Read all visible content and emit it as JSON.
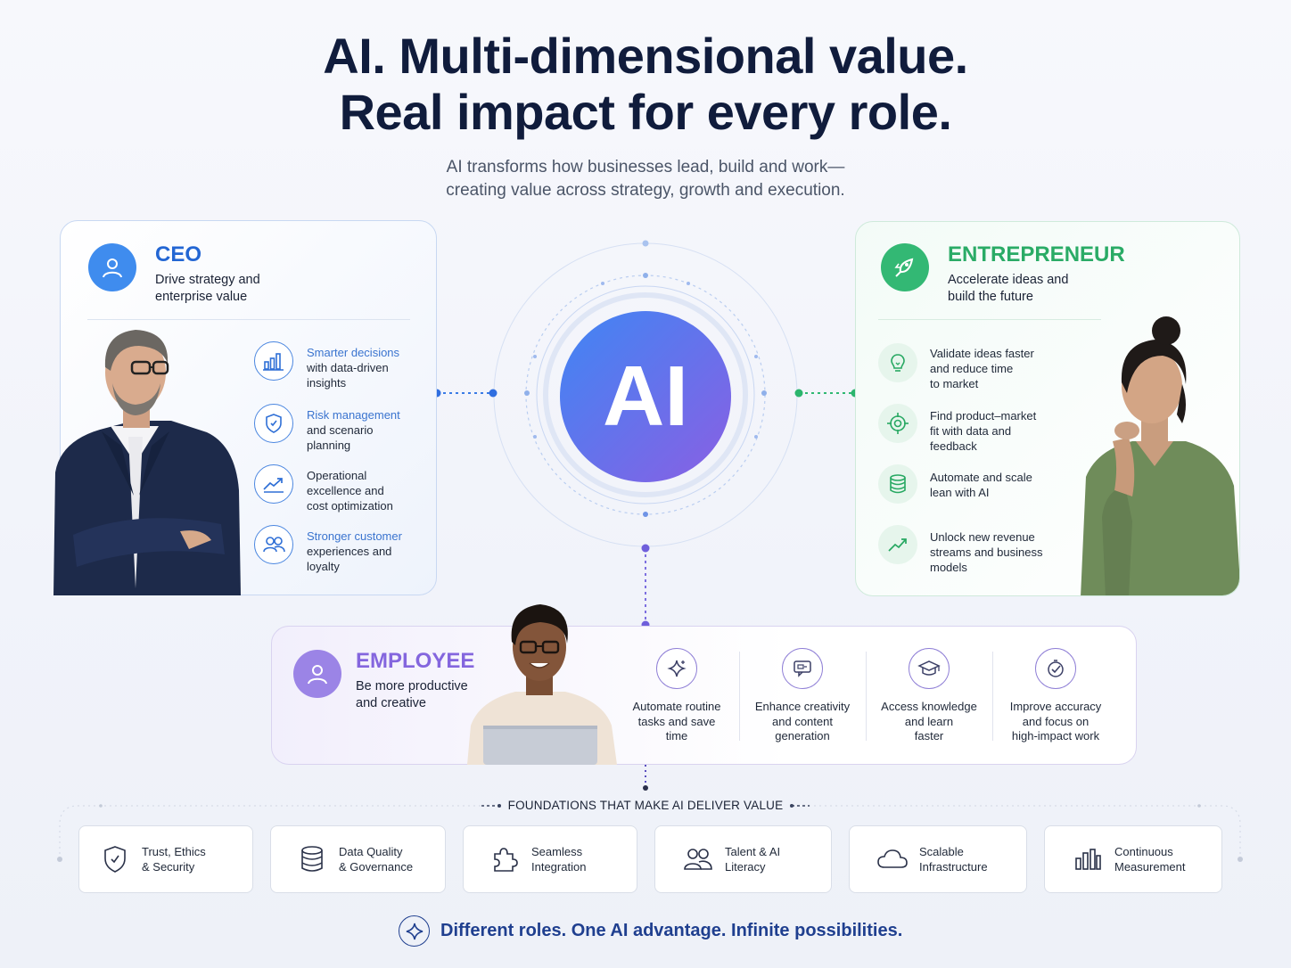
{
  "header": {
    "title_line1": "AI. Multi-dimensional value.",
    "title_line2": "Real impact for every role.",
    "subtitle_line1": "AI transforms how businesses lead, build and work—",
    "subtitle_line2": "creating value across strategy, growth and execution."
  },
  "center": {
    "label": "AI"
  },
  "ceo": {
    "title": "CEO",
    "desc_line1": "Drive strategy and",
    "desc_line2": "enterprise value",
    "features": [
      {
        "icon": "bar-chart-icon",
        "accent": "Smarter decisions",
        "rest1": "with data-driven",
        "rest2": "insights"
      },
      {
        "icon": "shield-icon",
        "accent": "Risk management",
        "rest1": "and scenario",
        "rest2": "planning"
      },
      {
        "icon": "trend-up-icon",
        "line1": "Operational",
        "line2": "excellence and",
        "line3": "cost optimization"
      },
      {
        "icon": "people-icon",
        "accent": "Stronger customer",
        "rest1": "experiences and",
        "rest2": "loyalty"
      }
    ]
  },
  "entrepreneur": {
    "title": "ENTREPRENEUR",
    "desc_line1": "Accelerate ideas and",
    "desc_line2": "build the future",
    "features": [
      {
        "icon": "lightbulb-icon",
        "line1": "Validate ideas faster",
        "line2": "and reduce time",
        "line3": "to market"
      },
      {
        "icon": "target-icon",
        "line1": "Find product–market",
        "line2": "fit with data and",
        "line3": "feedback"
      },
      {
        "icon": "database-icon",
        "line1": "Automate and scale",
        "line2": "lean with AI",
        "line3": ""
      },
      {
        "icon": "trend-up-icon",
        "line1": "Unlock new revenue",
        "line2": "streams and business",
        "line3": "models"
      }
    ]
  },
  "employee": {
    "title": "EMPLOYEE",
    "desc_line1": "Be more productive",
    "desc_line2": "and creative",
    "tiles": [
      {
        "icon": "sparkle-icon",
        "line1": "Automate routine",
        "line2": "tasks and save",
        "line3": "time"
      },
      {
        "icon": "chat-icon",
        "line1": "Enhance creativity",
        "line2": "and content",
        "line3": "generation"
      },
      {
        "icon": "graduation-cap-icon",
        "line1": "Access knowledge",
        "line2": "and learn",
        "line3": "faster"
      },
      {
        "icon": "check-circle-icon",
        "line1": "Improve accuracy",
        "line2": "and focus on",
        "line3": "high-impact work"
      }
    ]
  },
  "foundations": {
    "title": "FOUNDATIONS THAT MAKE AI DELIVER VALUE",
    "items": [
      {
        "icon": "shield-check-icon",
        "line1": "Trust, Ethics",
        "line2": "& Security"
      },
      {
        "icon": "database-icon",
        "line1": "Data Quality",
        "line2": "& Governance"
      },
      {
        "icon": "puzzle-icon",
        "line1": "Seamless",
        "line2": "Integration"
      },
      {
        "icon": "people-icon",
        "line1": "Talent & AI",
        "line2": "Literacy"
      },
      {
        "icon": "cloud-icon",
        "line1": "Scalable",
        "line2": "Infrastructure"
      },
      {
        "icon": "bar-chart-icon",
        "line1": "Continuous",
        "line2": "Measurement"
      }
    ]
  },
  "footer": {
    "text": "Different roles. One AI advantage. Infinite possibilities."
  },
  "colors": {
    "navy": "#101c3c",
    "ceo_blue": "#2a6fd6",
    "entrepreneur_green": "#28b46c",
    "employee_purple": "#8a6fe0",
    "ai_gradient_start": "#3f7ef2",
    "ai_gradient_end": "#8a62e6"
  }
}
